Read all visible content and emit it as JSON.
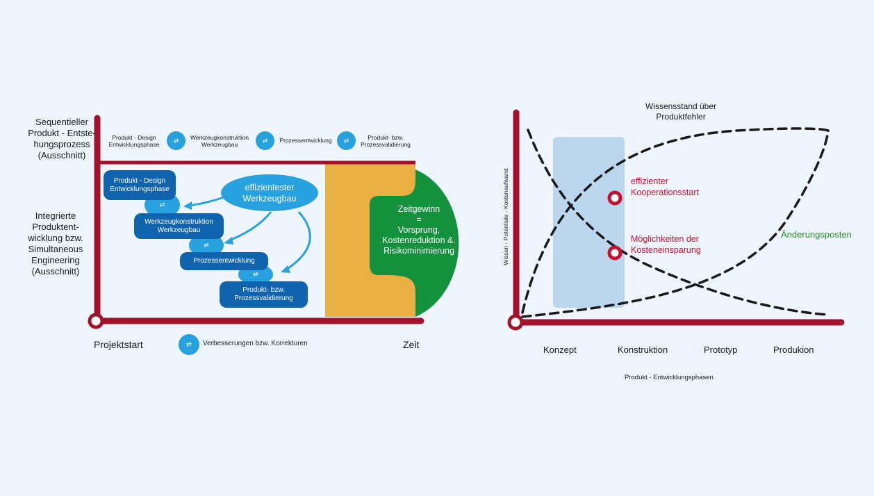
{
  "left": {
    "sequential_label": "Sequentieller\nProdukt - Entste-\nhungsprozess\n(Ausschnitt)",
    "integrated_label": "Integrierte\nProduktent-\nwicklung bzw.\nSimultaneous\nEngineering\n(Ausschnitt)",
    "top_row": {
      "step1": "Produkt - Design\nEntwicklungsphase",
      "step2": "Werkzeugkonstruktion\nWerkzeugbau",
      "step3": "Prozessentwicklung",
      "step4": "Produkt- bzw.\nProzessvalidierung"
    },
    "pills": {
      "design": "Produkt - Design\nEntwicklungsphase",
      "werkzeug": "Werkzeugkonstruktion\nWerkzeugbau",
      "prozess": "Prozessentwicklung",
      "validierung": "Produkt- bzw.\nProzessvalidierung"
    },
    "bubble": "effizientester\nWerkzeugbau",
    "gain": "Zeitgewinn\n=\nVorsprung,\nKostenreduktion &.\nRisikominimierung",
    "start": "Projektstart",
    "time": "Zeit",
    "legend": "Verbesserungen bzw. Korrekturen",
    "colors": {
      "axis": "#a3122b",
      "blue": "#0f64ad",
      "light_blue": "#27a2de",
      "gold": "#e8b042",
      "green": "#14913c"
    }
  },
  "right": {
    "y_axis_label": "Wissen - Potentiale - Kostenaufwand",
    "x_axis_label": "Produkt - Entwicklungsphasen",
    "phases": [
      "Konzept",
      "Konstruktion",
      "Prototyp",
      "Produkion"
    ],
    "curve_label_top": "Wissensstand über\nProduktfehler",
    "curve_label_right": "Änderungsposten",
    "marker1": "effizienter\nKooperationsstart",
    "marker2": "Möglichkeiten der\nKosteneinsparung",
    "colors": {
      "axis": "#a3122b",
      "marker": "#c8102e",
      "green_text": "#2e8b2e",
      "band": "#bcd6ee"
    }
  }
}
